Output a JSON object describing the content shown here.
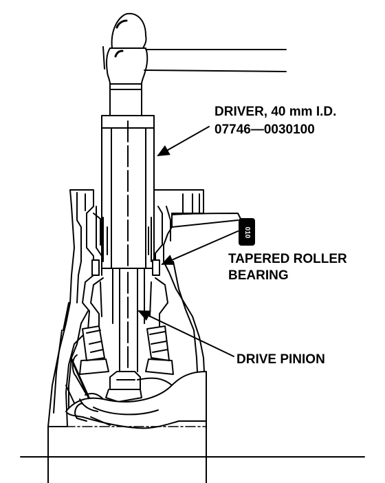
{
  "labels": {
    "driver_line1": "DRIVER, 40 mm I.D.",
    "driver_line2": "07746—0030100",
    "bearing_line1": "TAPERED ROLLER",
    "bearing_line2": "BEARING",
    "pinion": "DRIVE PINION"
  },
  "colors": {
    "ink": "#000000",
    "paper": "#ffffff"
  }
}
